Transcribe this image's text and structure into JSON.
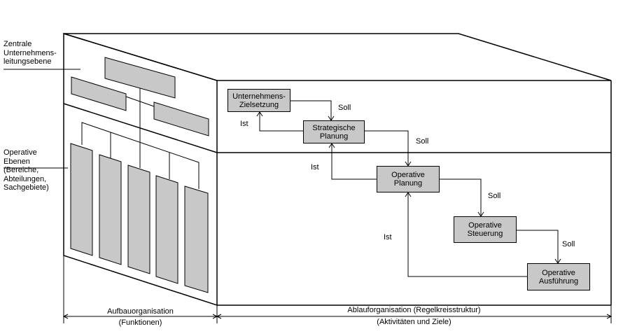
{
  "labels": {
    "zentrale": "Zentrale\nUnternehmens-\nleitungsebene",
    "operative_ebenen": "Operative\nEbenen\n(Bereiche,\nAbteilungen,\nSachgebiete)",
    "aufbau_title": "Aufbauorganisation",
    "aufbau_sub": "(Funktionen)",
    "ablauf_title": "Ablauforganisation (Regelkreisstruktur)",
    "ablauf_sub": "(Aktivitäten und Ziele)"
  },
  "boxes": {
    "zielsetzung": "Unternehmens-\nZielsetzung",
    "strategische": "Strategische\nPlanung",
    "operative_planung": "Operative\nPlanung",
    "operative_steuerung": "Operative\nSteuerung",
    "operative_ausfuehrung": "Operative\nAusführung"
  },
  "flow_labels": {
    "soll_1": "Soll",
    "soll_2": "Soll",
    "soll_3": "Soll",
    "soll_4": "Soll",
    "ist_1": "Ist",
    "ist_2": "Ist",
    "ist_3": "Ist"
  }
}
